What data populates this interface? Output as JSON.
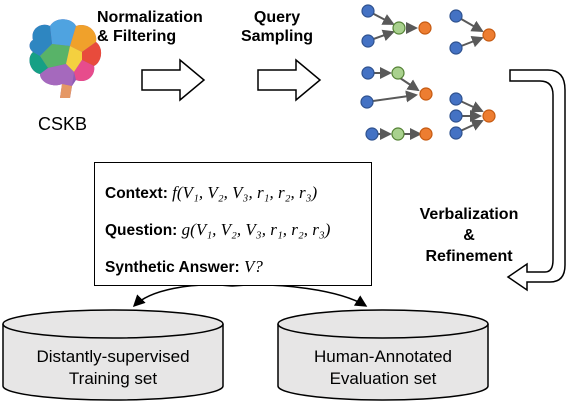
{
  "labels": {
    "cskb": "CSKB",
    "normalization_line1": "Normalization",
    "normalization_line2": "& Filtering",
    "query_line1": "Query",
    "query_line2": "Sampling",
    "verbalization_line1": "Verbalization",
    "verbalization_line2": "&",
    "verbalization_line3": "Refinement"
  },
  "example_box": {
    "context_label": "Context:",
    "context_formula": "f(V₁, V₂, V₃, r₁, r₂, r₃)",
    "question_label": "Question:",
    "question_formula": "g(V₁, V₂, V₃, r₁, r₂, r₃)",
    "answer_label": "Synthetic Answer:",
    "answer_formula": "V?"
  },
  "datasets": {
    "training_line1": "Distantly-supervised",
    "training_line2": "Training set",
    "evaluation_line1": "Human-Annotated",
    "evaluation_line2": "Evaluation set"
  },
  "colors": {
    "node_blue": "#4472C4",
    "node_green": "#A9D18E",
    "node_orange": "#ED7D31",
    "edge": "#595959",
    "cylinder_fill": "#E7E6E6"
  }
}
